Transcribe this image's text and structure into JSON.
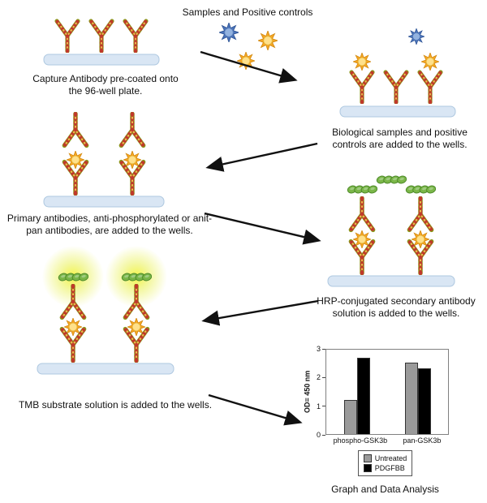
{
  "steps": {
    "capture": "Capture Antibody pre-coated onto the 96-well plate.",
    "samples_header": "Samples and Positive controls",
    "add_samples": "Biological samples and positive controls are added to the wells.",
    "primary": "Primary antibodies, anti-phosphorylated or anit-pan antibodies, are added to the wells.",
    "secondary": "HRP-conjugated secondary antibody solution is added to the wells.",
    "tmb": "TMB substrate solution is added to the wells.",
    "analysis": "Graph and Data Analysis"
  },
  "icons": {
    "capture-antibody-icon": "Y-shaped beaded antibody",
    "primary-antibody-icon": "inverted Y-shaped beaded antibody",
    "antigen-sample-icon": "blue 8-point starburst",
    "antigen-positive-control-icon": "orange 8-point starburst with yellow center",
    "hrp-enzyme-icon": "green coiled helix",
    "tmb-signal-glow": "yellow-green radial glow",
    "well-plate-icon": "light blue rounded bar",
    "arrow-icon": "black straight arrow"
  },
  "colors": {
    "antibody_chain": "#8a9a1b",
    "antibody_beads": "#c0392b",
    "antibody_accent": "#e8c94a",
    "antigen_sample": "#4a72b8",
    "antigen_control": "#f5a623",
    "hrp_green": "#7ab648",
    "glow_yellow": "#eaf157",
    "plate_fill": "#d9e6f4",
    "plate_border": "#aec8e0",
    "arrow": "#111111"
  },
  "chart_data": {
    "type": "bar",
    "categories": [
      "phospho-GSK3b",
      "pan-GSK3b"
    ],
    "series": [
      {
        "name": "Untreated",
        "color": "#9a9a9a",
        "values": [
          1.2,
          2.55
        ]
      },
      {
        "name": "PDGFBB",
        "color": "#000000",
        "values": [
          2.7,
          2.35
        ]
      }
    ],
    "title": "Graph and Data Analysis",
    "xlabel": "",
    "ylabel": "OD= 450 nm",
    "ylim": [
      0,
      3
    ],
    "yticks": [
      0,
      1,
      2,
      3
    ],
    "grid": false,
    "legend_position": "bottom"
  }
}
